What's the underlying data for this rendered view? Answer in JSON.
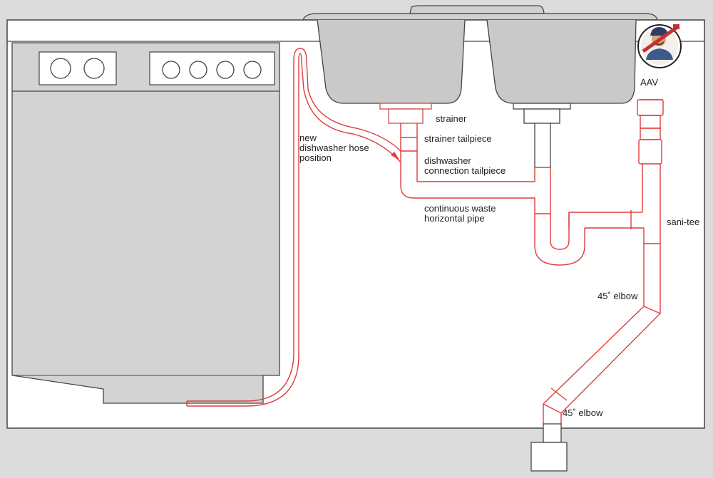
{
  "labels": {
    "new_hose_line1": "new",
    "new_hose_line2": "dishwasher hose",
    "new_hose_line3": "position",
    "strainer": "strainer",
    "strainer_tailpiece": "strainer tailpiece",
    "dw_conn_line1": "dishwasher",
    "dw_conn_line2": "connection tailpiece",
    "cont_waste_line1": "continuous waste",
    "cont_waste_line2": "horizontal pipe",
    "aav": "AAV",
    "sani_tee": "sani-tee",
    "elbow_upper": "45˚ elbow",
    "elbow_lower": "45˚ elbow"
  },
  "icons": {
    "logo": "plumber-mascot-icon"
  },
  "colors": {
    "background": "#dcdcdc",
    "cabinet_fill": "#ffffff",
    "dishwasher_fill": "#d3d3d3",
    "sink_fill": "#c9c9c9",
    "line": "#444444",
    "pipe": "#e03c3c"
  }
}
